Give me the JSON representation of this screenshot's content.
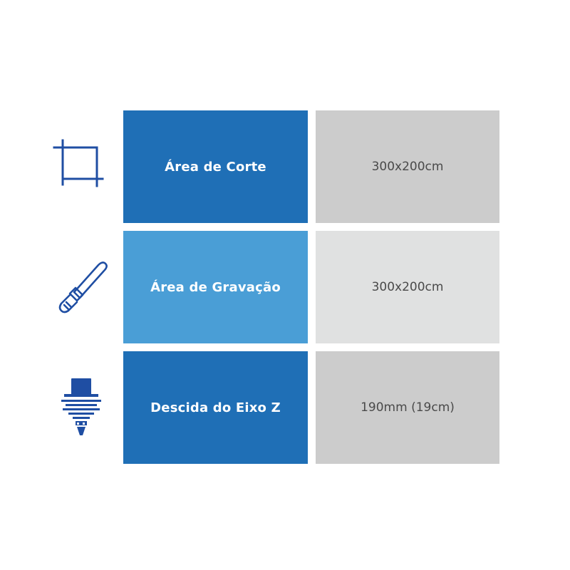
{
  "colors": {
    "icon_blue": "#1f4ea3",
    "label_dark_blue": "#1f6fb6",
    "label_light_blue": "#4a9ed6",
    "value_grey": "#cccccc",
    "value_light_grey": "#e0e1e1"
  },
  "rows": [
    {
      "icon": "crop-icon",
      "label": "Área de Corte",
      "value": "300x200cm",
      "label_color": "#1f6fb6",
      "value_color": "#cccccc"
    },
    {
      "icon": "engraving-tool-icon",
      "label": "Área de Gravação",
      "value": "300x200cm",
      "label_color": "#4a9ed6",
      "value_color": "#e0e1e1"
    },
    {
      "icon": "z-axis-spindle-icon",
      "label": "Descida do Eixo Z",
      "value": "190mm (19cm)",
      "label_color": "#1f6fb6",
      "value_color": "#cccccc"
    }
  ]
}
